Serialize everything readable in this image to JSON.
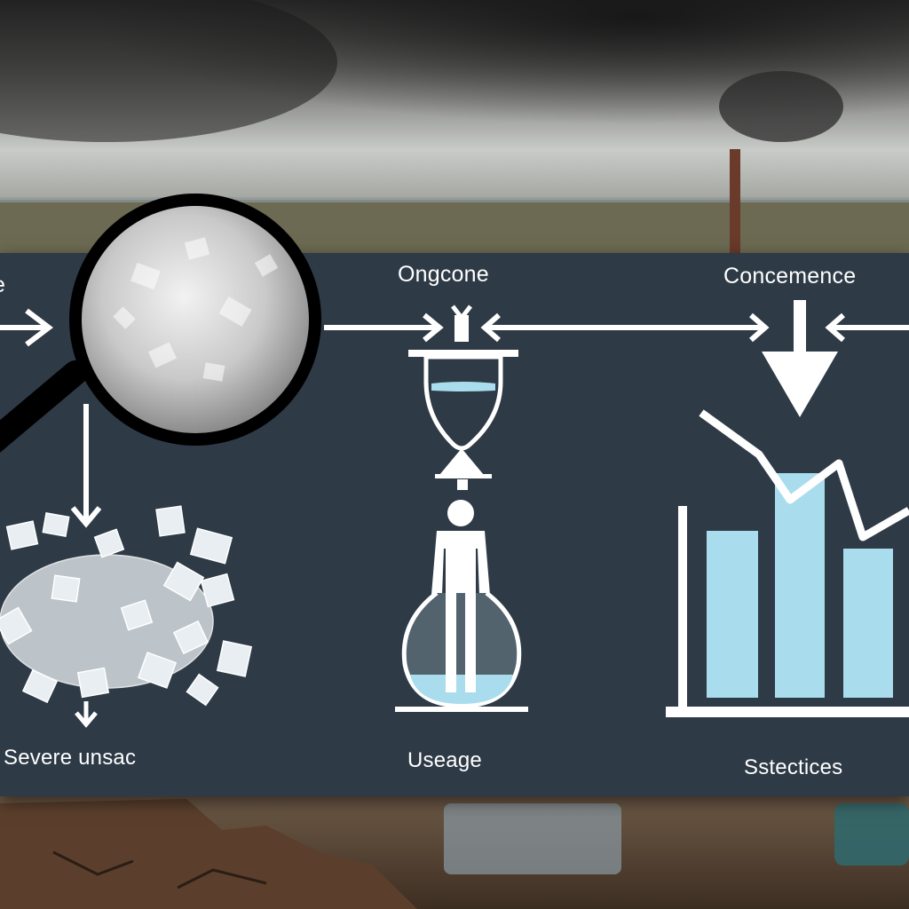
{
  "diagram": {
    "labels": {
      "left_partial": "e",
      "ongcone": "Ongcone",
      "concemence": "Concemence",
      "severe": "Severe unsac",
      "useage": "Useage",
      "stats": "Sstectices"
    },
    "colors": {
      "panel": "#2e3a46",
      "accent": "#a9dcec",
      "line": "#ffffff"
    },
    "icons": [
      "magnifying-glass-icon",
      "crystals-icon",
      "hourglass-icon",
      "person-icon",
      "bar-chart-icon",
      "trend-line-icon",
      "smokestack-icon"
    ]
  }
}
